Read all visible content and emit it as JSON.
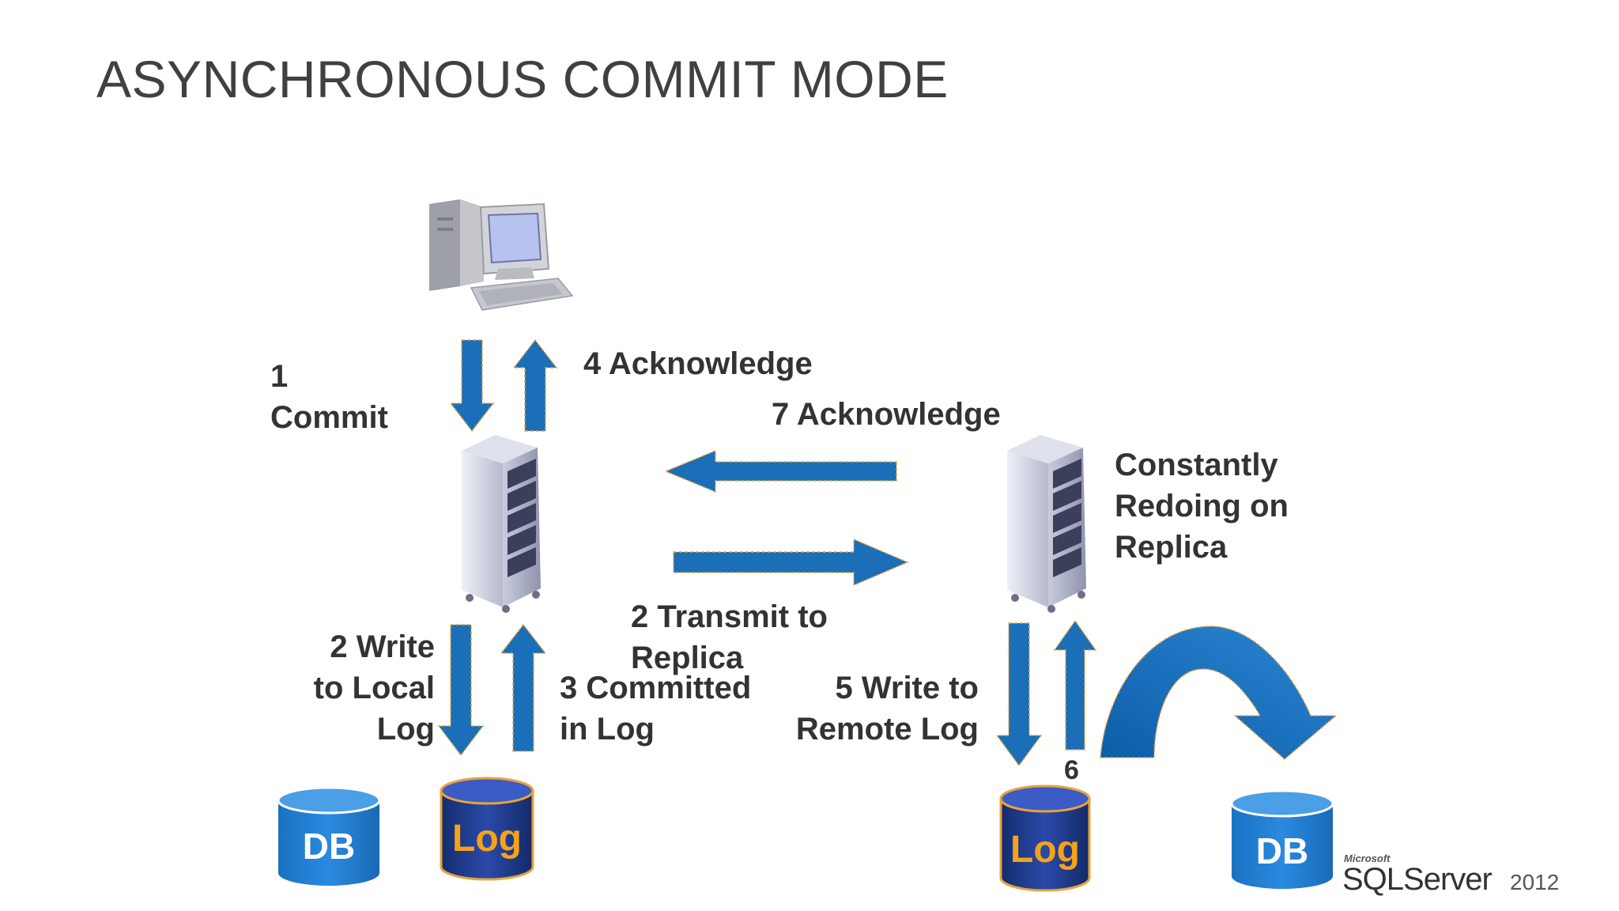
{
  "title": "ASYNCHRONOUS COMMIT MODE",
  "labels": {
    "step1": [
      "1",
      "Commit"
    ],
    "step4": "4 Acknowledge",
    "step7": "7 Acknowledge",
    "redo": [
      "Constantly",
      "Redoing on",
      "Replica"
    ],
    "step2_transmit": [
      "2 Transmit to",
      "Replica"
    ],
    "step2_write": [
      "2 Write",
      "to Local",
      "Log"
    ],
    "step3": [
      "3 Committed",
      "in Log"
    ],
    "step5": [
      "5 Write to",
      "Remote Log"
    ],
    "step6": "6"
  },
  "cylinders": {
    "primary_db": "DB",
    "primary_log": "Log",
    "replica_log": "Log",
    "replica_db": "DB"
  },
  "logo": {
    "microsoft": "Microsoft",
    "product": "SQLServer",
    "version": "2012"
  },
  "colors": {
    "arrow": "#1a6fb8",
    "arrow_border": "#e8a33a",
    "db": "#1f7fce",
    "log_text": "#f5a21a",
    "log_body": "#1a3680"
  }
}
